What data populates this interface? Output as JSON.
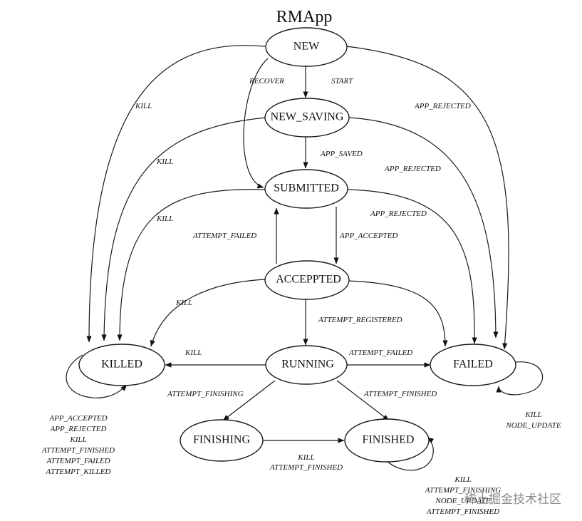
{
  "title": "RMApp",
  "states": {
    "new": "NEW",
    "new_saving": "NEW_SAVING",
    "submitted": "SUBMITTED",
    "accepted": "ACCEPPTED",
    "running": "RUNNING",
    "killed": "KILLED",
    "failed": "FAILED",
    "finishing": "FINISHING",
    "finished": "FINISHED"
  },
  "edges": {
    "recover": "RECOVER",
    "start": "START",
    "kill_new": "KILL",
    "app_rejected_new": "APP_REJECTED",
    "kill_new_saving": "KILL",
    "app_saved": "APP_SAVED",
    "app_rejected_new_saving": "APP_REJECTED",
    "kill_submitted": "KILL",
    "app_rejected_submitted": "APP_REJECTED",
    "attempt_failed_accepted": "ATTEMPT_FAILED",
    "app_accepted": "APP_ACCEPTED",
    "kill_accepted": "KILL",
    "attempt_registered": "ATTEMPT_REGISTERED",
    "kill_running": "KILL",
    "attempt_failed_running": "ATTEMPT_FAILED",
    "attempt_finishing": "ATTEMPT_FINISHING",
    "attempt_finished_running": "ATTEMPT_FINISHED",
    "finishing_to_finished": [
      "KILL",
      "ATTEMPT_FINISHED"
    ]
  },
  "self_loops": {
    "killed": [
      "APP_ACCEPTED",
      "APP_REJECTED",
      "KILL",
      "ATTEMPT_FINISHED",
      "ATTEMPT_FAILED",
      "ATTEMPT_KILLED"
    ],
    "failed": [
      "KILL",
      "NODE_UPDATE"
    ],
    "finished": [
      "KILL",
      "ATTEMPT_FINISHING",
      "NODE_UPDATE",
      "ATTEMPT_FINISHED"
    ]
  },
  "watermark": "稀土掘金技术社区"
}
